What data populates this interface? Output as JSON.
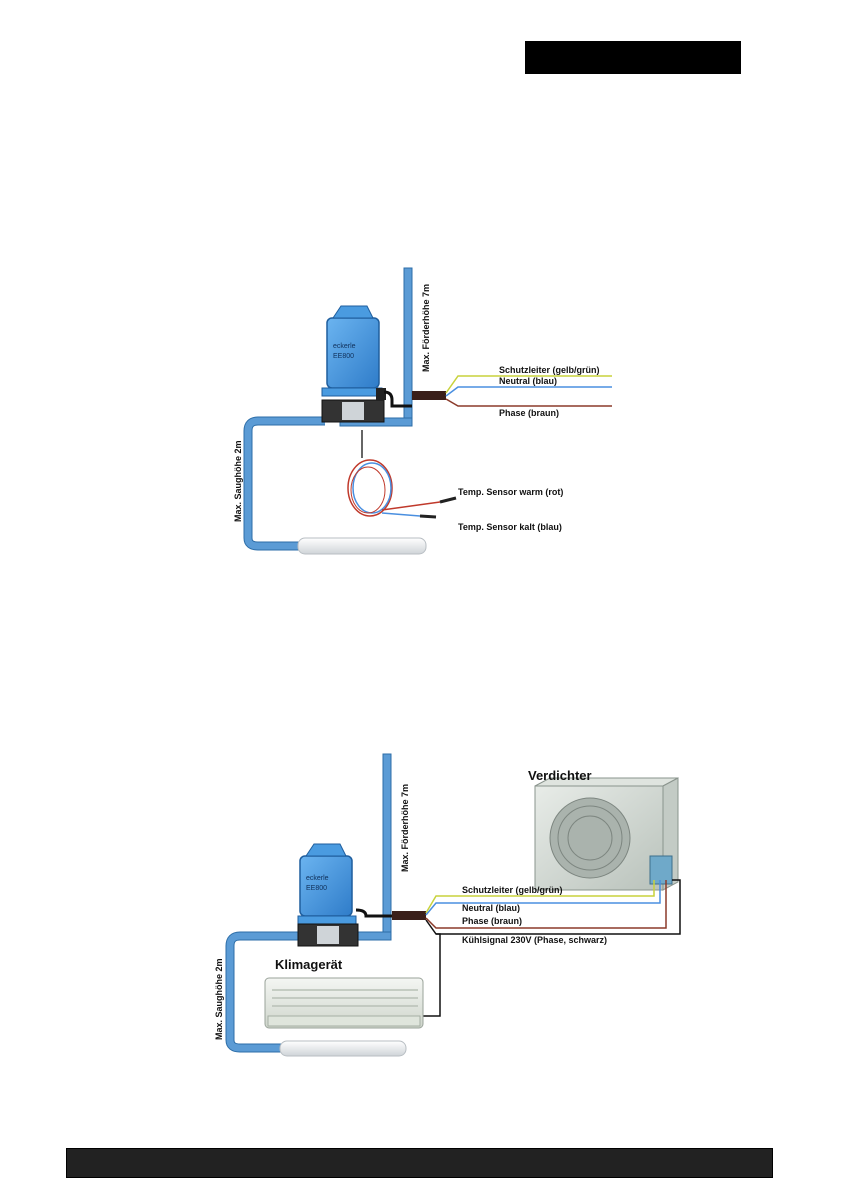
{
  "header": {
    "bar_color": "#000000"
  },
  "diagram1": {
    "max_foerderhoehe": "Max. Förderhöhe 7m",
    "max_saughoehe": "Max. Saughöhe 2m",
    "device_brand": "eckerle",
    "device_model": "EE800",
    "wires": {
      "schutzleiter": "Schutzleiter (gelb/grün)",
      "neutral": "Neutral (blau)",
      "phase": "Phase (braun)"
    },
    "sensors": {
      "warm": "Temp. Sensor warm (rot)",
      "kalt": "Temp. Sensor kalt (blau)"
    }
  },
  "diagram2": {
    "verdichter": "Verdichter",
    "klimageraet": "Klimagerät",
    "max_foerderhoehe": "Max. Förderhöhe 7m",
    "max_saughoehe": "Max. Saughöhe 2m",
    "device_brand": "eckerle",
    "device_model": "EE800",
    "wires": {
      "schutzleiter": "Schutzleiter (gelb/grün)",
      "neutral": "Neutral (blau)",
      "phase": "Phase (braun)",
      "kuehlsignal": "Kühlsignal 230V (Phase, schwarz)"
    }
  },
  "colors": {
    "pipe": "#5b9bd5",
    "pump": "#3f8fd8",
    "yellow_green": "#c8d23c",
    "blue_wire": "#4a8fe0",
    "brown_wire": "#8b3a2a",
    "red_sensor": "#c0392b"
  }
}
